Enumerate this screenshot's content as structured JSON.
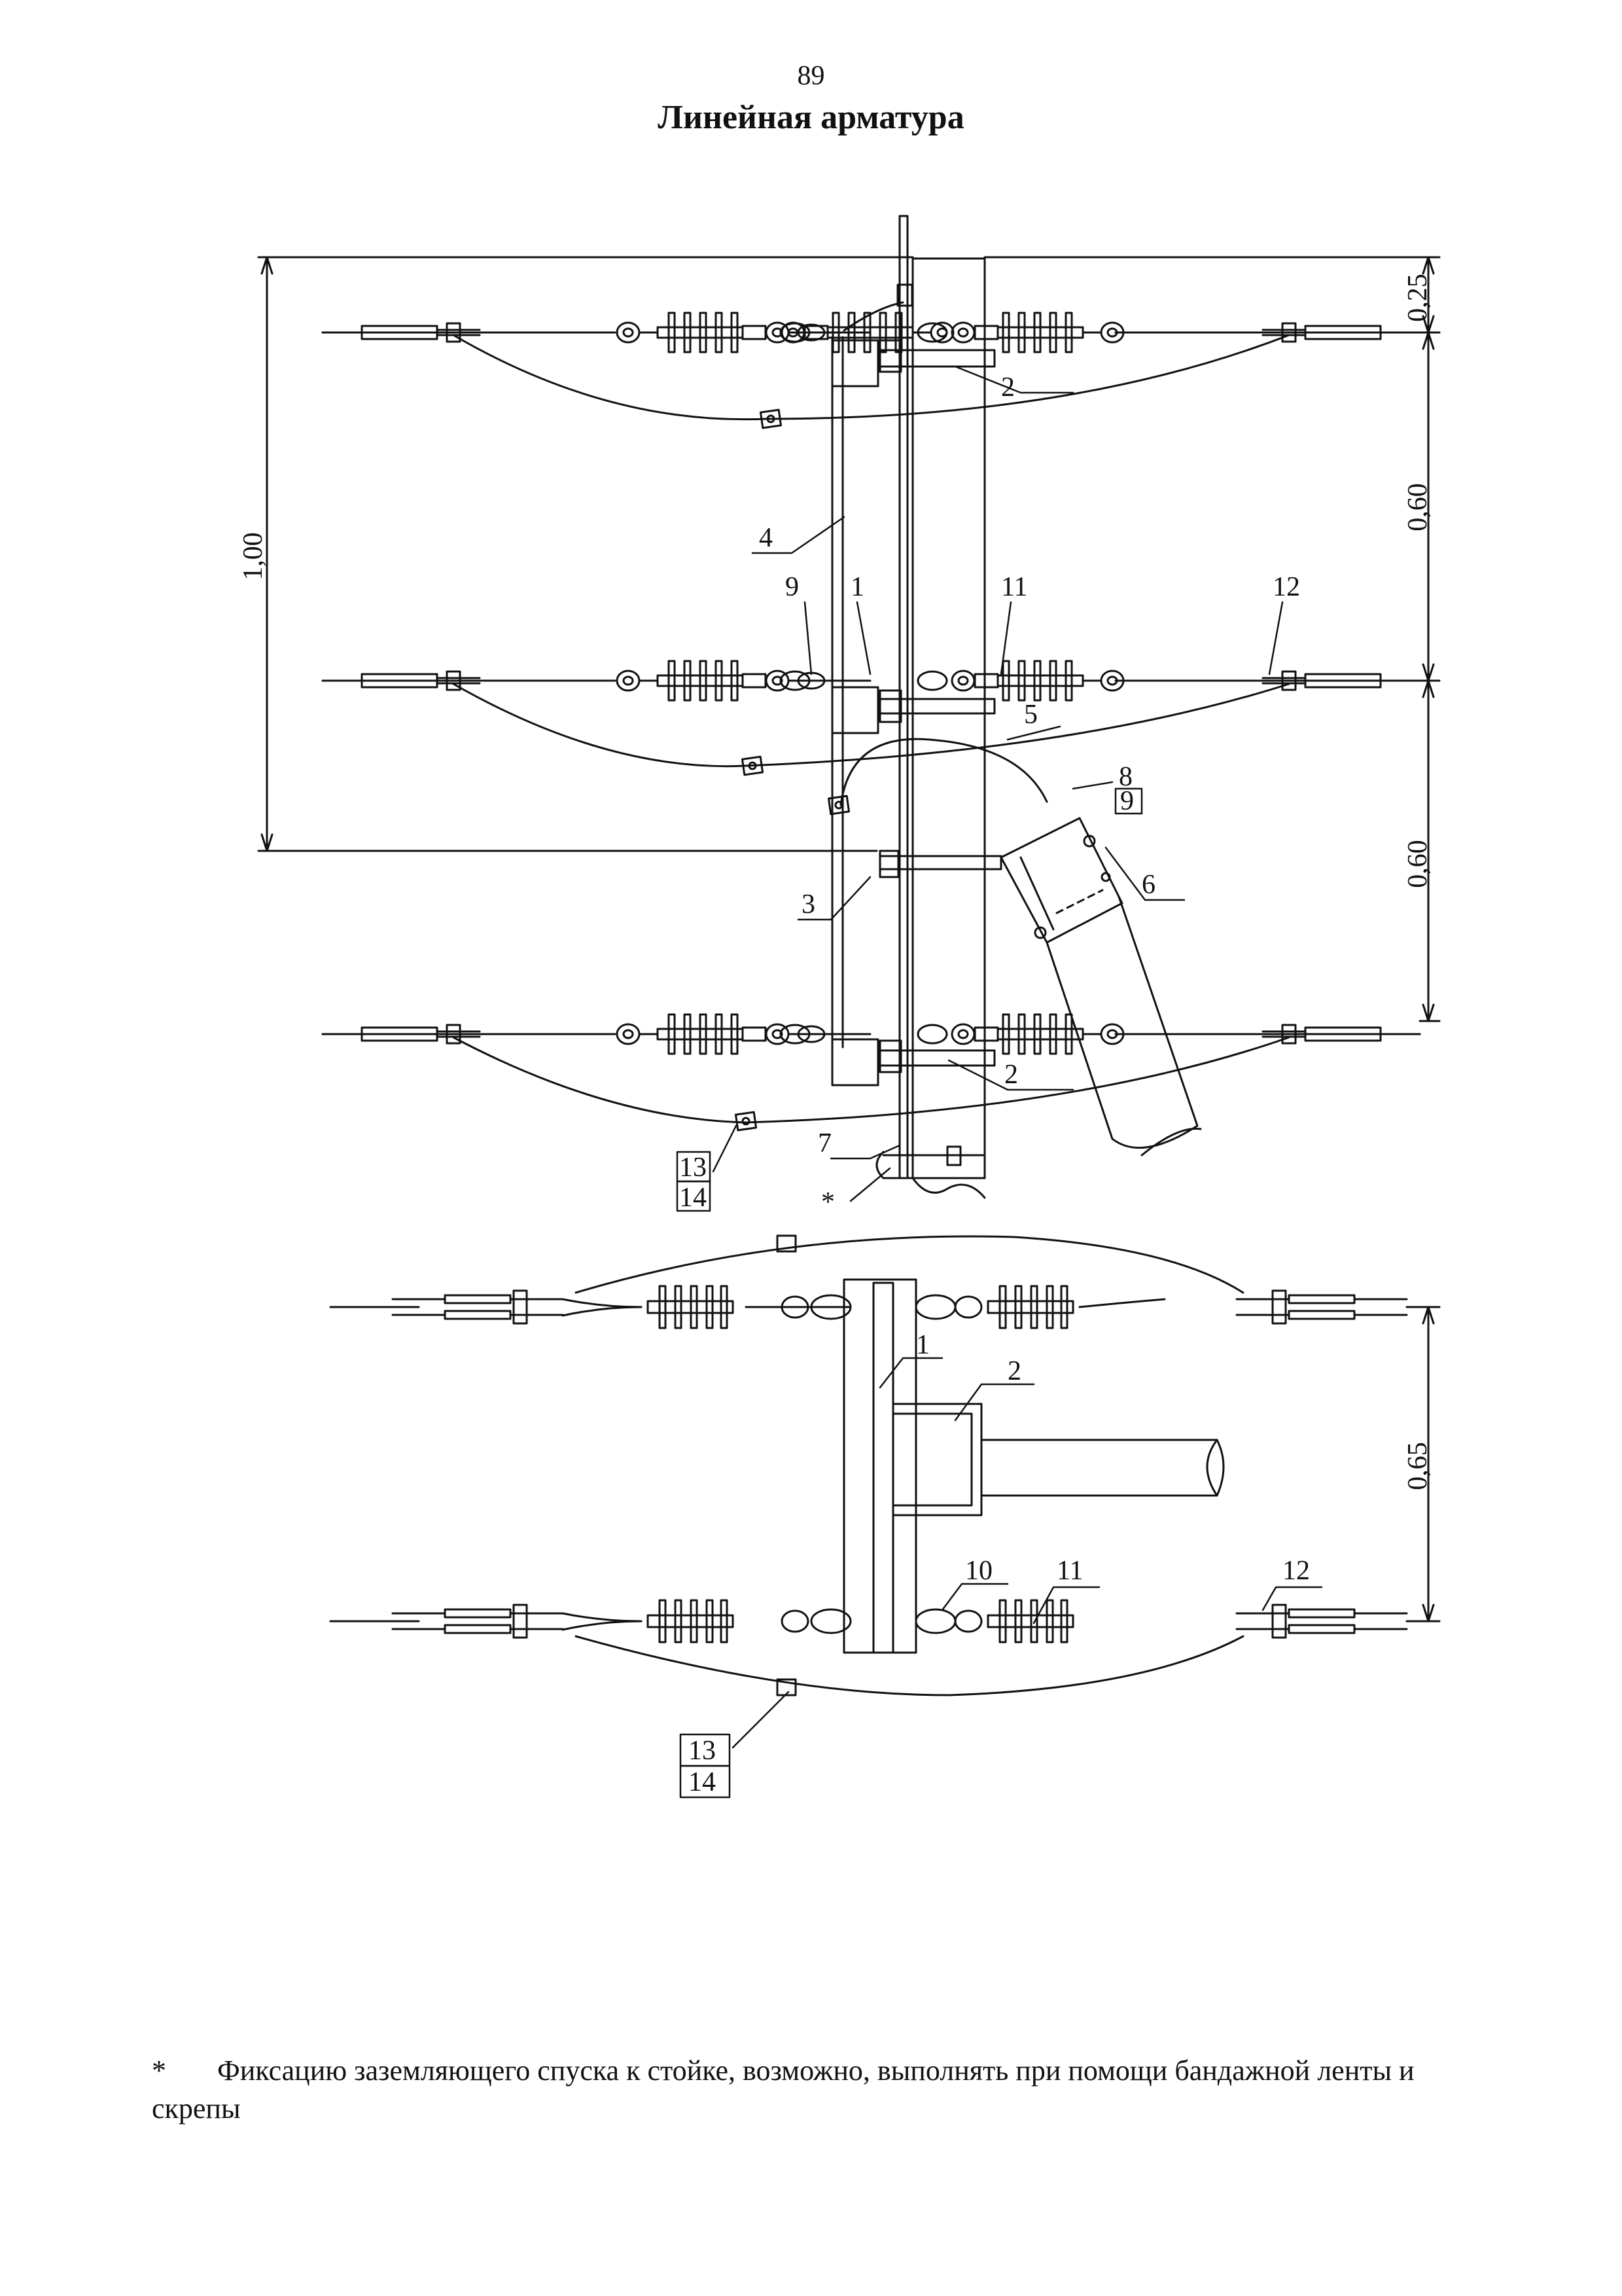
{
  "page": {
    "number": "89",
    "title": "Линейная арматура"
  },
  "dimensions": {
    "total": "1,00",
    "top": "0,25",
    "mid": "0,60",
    "low": "0,60",
    "plan": "0,65"
  },
  "labels": {
    "l1": "1",
    "l2": "2",
    "l3": "3",
    "l4": "4",
    "l5": "5",
    "l6": "6",
    "l7": "7",
    "l8": "8",
    "l9": "9",
    "l10": "10",
    "l11": "11",
    "l12": "12",
    "l13": "13",
    "l14": "14",
    "star": "*"
  },
  "footnote": {
    "mark": "*",
    "text": "Фиксацию заземляющего спуска к стойке, возможно, выполнять при помощи бандажной ленты и скрепы"
  },
  "colors": {
    "ink": "#111111",
    "paper": "#ffffff"
  }
}
